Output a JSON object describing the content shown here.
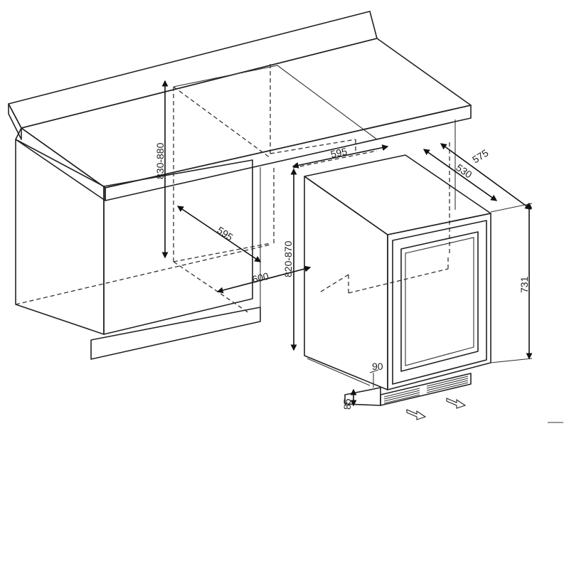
{
  "colors": {
    "background": "#ffffff",
    "countertop_top": "#e3e3e3",
    "countertop_front": "#d2d2d2",
    "cabinet": "#e6e6e6",
    "cabinet_side_shaded": "#cccccc",
    "appliance_body": "#e8e8e8",
    "appliance_side": "#dcdcdc",
    "line": "#222222"
  },
  "dimensions": {
    "counter_height": "830-880",
    "niche_depth": "595",
    "niche_width": "600",
    "niche_height": "820-870",
    "appliance_width": "595",
    "appliance_depth_body": "530",
    "appliance_depth_total": "575",
    "appliance_height": "731",
    "plinth_height": "85",
    "plinth_depth": "90"
  },
  "icons": {
    "air_in": "arrow-in-icon",
    "air_out": "arrow-out-icon"
  }
}
